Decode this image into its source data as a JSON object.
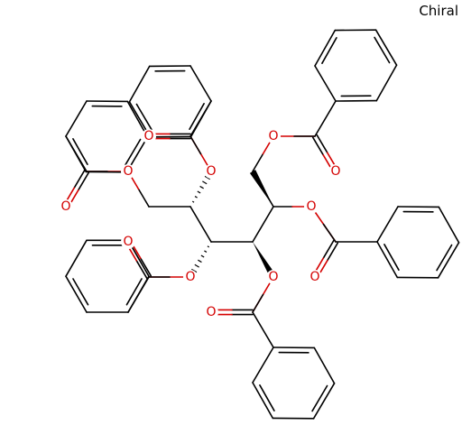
{
  "structure_label": "Chiral",
  "atom_label_oxygen": "O",
  "colors": {
    "bond": "#000000",
    "oxygen": "#d40000",
    "background": "#ffffff"
  },
  "benzoate_groups": 6,
  "stereocenters": 4
}
